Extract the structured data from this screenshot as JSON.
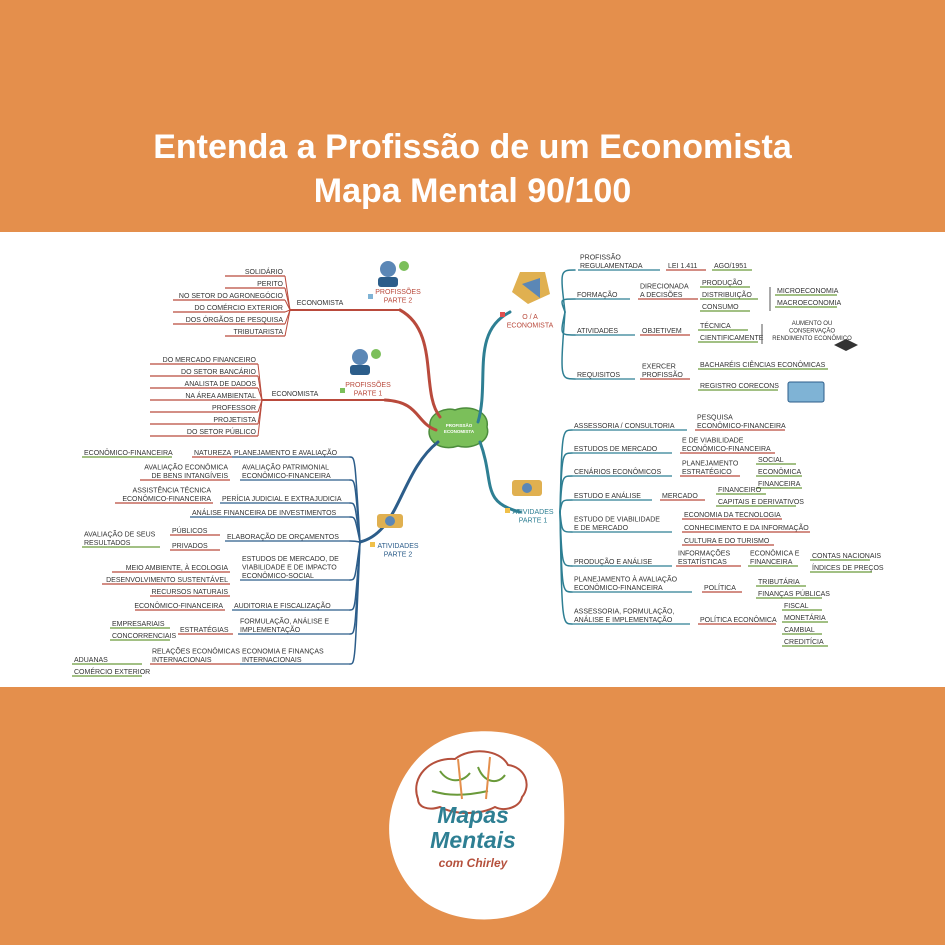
{
  "header": {
    "title_line1": "Entenda a Profissão de um Economista",
    "title_line2": "Mapa Mental 90/100"
  },
  "center_node": {
    "label": "PROFISSÃO ECONOMISTA"
  },
  "colors": {
    "background_orange": "#e48f4c",
    "branch_red": "#b94a3c",
    "branch_teal": "#2e7f93",
    "branch_blue": "#2c5d8a",
    "leaf_green": "#6a9a3a",
    "leaf_red": "#b94a3c",
    "center_green": "#7bbf5a"
  },
  "branches": {
    "profissoes2": {
      "title": "PROFISSÕES\nPARTE 2",
      "sub": "ECONOMISTA",
      "items": [
        "SOLIDÁRIO",
        "PERITO",
        "NO SETOR DO AGRONEGÓCIO",
        "DO COMÉRCIO EXTERIOR",
        "DOS ÓRGÃOS DE PESQUISA",
        "TRIBUTARISTA"
      ]
    },
    "profissoes1": {
      "title": "PROFISSÕES\nPARTE 1",
      "sub": "ECONOMISTA",
      "items": [
        "DO MERCADO FINANCEIRO",
        "DO SETOR BANCÁRIO",
        "ANALISTA DE DADOS",
        "NA ÁREA AMBIENTAL",
        "PROFESSOR",
        "PROJETISTA",
        "DO SETOR PÚBLICO"
      ]
    },
    "atividades2": {
      "title": "ATIVIDADES\nPARTE 2",
      "items": [
        {
          "label": "PLANEJAMENTO E AVALIAÇÃO",
          "children": [
            "NATUREZA"
          ],
          "grand": [
            "ECONÔMICO-FINANCEIRA"
          ]
        },
        {
          "label": "AVALIAÇÃO PATRIMONIAL\nECONÔMICO-FINANCEIRA",
          "children": [
            "AVALIAÇÃO ECONÔMICA\nDE BENS INTANGÍVEIS"
          ]
        },
        {
          "label": "PERÍCIA JUDICIAL E EXTRAJUDICIA",
          "children": [
            "ASSISTÊNCIA TÉCNICA\nECONÔMICO-FINANCEIRA"
          ]
        },
        {
          "label": "ANÁLISE FINANCEIRA DE INVESTIMENTOS"
        },
        {
          "label": "ELABORAÇÃO DE ORÇAMENTOS",
          "children": [
            "PÚBLICOS",
            "PRIVADOS"
          ],
          "grand": [
            "AVALIAÇÃO DE SEUS\nRESULTADOS"
          ]
        },
        {
          "label": "ESTUDOS DE MERCADO, DE\nVIABILIDADE E DE IMPACTO\nECONÔMICO-SOCIAL",
          "children": [
            "MEIO AMBIENTE, À ECOLOGIA",
            "DESENVOLVIMENTO SUSTENTÁVEL",
            "RECURSOS NATURAIS"
          ]
        },
        {
          "label": "AUDITORIA E FISCALIZAÇÃO",
          "children": [
            "ECONÔMICO-FINANCEIRA"
          ]
        },
        {
          "label": "FORMULAÇÃO, ANÁLISE E\nIMPLEMENTAÇÃO",
          "children": [
            "ESTRATÉGIAS"
          ],
          "grand": [
            "EMPRESARIAIS",
            "CONCORRENCIAIS"
          ]
        },
        {
          "label": "ECONOMIA E FINANÇAS\nINTERNACIONAIS",
          "children": [
            "RELAÇÕES ECONÔMICAS\nINTERNACIONAIS"
          ],
          "grand": [
            "ADUANAS",
            "COMÉRCIO EXTERIOR"
          ]
        }
      ]
    },
    "economista": {
      "title": "O / A\nECONOMISTA",
      "profissao_reg": "PROFISSÃO\nREGULAMENTADA",
      "lei": "LEI 1.411",
      "ago": "AGO/1951",
      "formacao": "FORMAÇÃO",
      "direcionada": "DIRECIONADA\nA DECISÕES",
      "producao": "PRODUÇÃO",
      "distribuicao": "DISTRIBUIÇÃO",
      "consumo": "CONSUMO",
      "micro": "MICROECONOMIA",
      "macro": "MACROECONOMIA",
      "atividades": "ATIVIDADES",
      "objetivem": "OBJETIVEM",
      "tecnica": "TÉCNICA",
      "cientificamente": "CIENTIFICAMENTE",
      "aumento": "AUMENTO OU\nCONSERVAÇÃO\nRENDIMENTO ECONÔMICO",
      "requisitos": "REQUISITOS",
      "exercer": "EXERCER\nPROFISSÃO",
      "bachareis": "BACHARÉIS CIÊNCIAS ECONÔMICAS",
      "registro": "REGISTRO CORECONS"
    },
    "atividades1": {
      "title": "ATIVIDADES\nPARTE 1",
      "assessoria": "ASSESSORIA / CONSULTORIA",
      "pesquisa": "PESQUISA\nECONÔMICO-FINANCEIRA",
      "estudos": "ESTUDOS DE MERCADO",
      "viabilidade_ef": "E DE VIABILIDADE\nECONÔMICO-FINANCEIRA",
      "cenarios": "CENÁRIOS ECONÔMICOS",
      "planejamento_estr": "PLANEJAMENTO\nESTRATÉGICO",
      "social": "SOCIAL",
      "economica": "ECONÔMICA",
      "financeira": "FINANCEIRA",
      "estudo_analise": "ESTUDO E ANÁLISE",
      "mercado": "MERCADO",
      "financeiro": "FINANCEIRO",
      "capitais": "CAPITAIS E DERIVATIVOS",
      "estudo_viab": "ESTUDO DE VIABILIDADE\nE DE MERCADO",
      "eco_tec": "ECONOMIA DA TECNOLOGIA",
      "conhecimento": "CONHECIMENTO E DA INFORMAÇÃO",
      "cultura": "CULTURA E DO TURISMO",
      "producao_analise": "PRODUÇÃO E ANÁLISE",
      "informacoes": "INFORMAÇÕES\nESTATÍSTICAS",
      "eco_fin": "ECONÔMICA E\nFINANCEIRA",
      "contas": "CONTAS NACIONAIS",
      "indices": "ÍNDICES DE PREÇOS",
      "plan_aval": "PLANEJAMENTO À AVALIAÇÃO\nECONÔMICO-FINANCEIRA",
      "politica": "POLÍTICA",
      "tributaria": "TRIBUTÁRIA",
      "financas_pub": "FINANÇAS PÚBLICAS",
      "assessoria_form": "ASSESSORIA, FORMULAÇÃO,\nANÁLISE E IMPLEMENTAÇÃO",
      "politica_eco": "POLÍTICA ECONÔMICA",
      "fiscal": "FISCAL",
      "monetaria": "MONETÁRIA",
      "cambial": "CAMBIAL",
      "crediticia": "CREDITÍCIA"
    }
  },
  "logo": {
    "title_line1": "Mapas",
    "title_line2": "Mentais",
    "subtitle": "com Chirley"
  }
}
